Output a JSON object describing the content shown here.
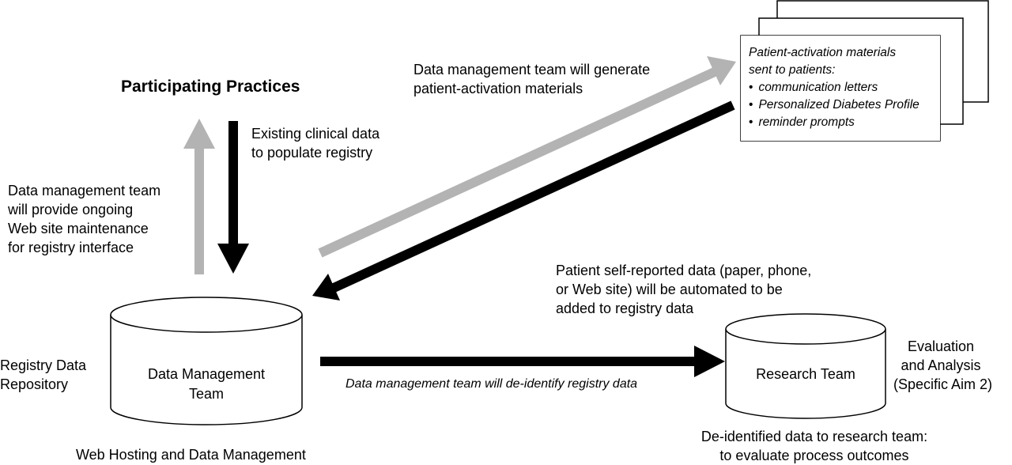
{
  "title": "Participating Practices",
  "arrows": {
    "existing_clinical_data": "Existing clinical data\nto populate registry",
    "web_site_maintenance": "Data management team\nwill provide ongoing\nWeb site maintenance\nfor registry interface",
    "generate_materials": "Data management team will generate\npatient-activation materials",
    "self_reported": "Patient self-reported data (paper, phone,\nor Web site) will be automated to be\nadded to registry data",
    "deidentify": "Data management team will de-identify registry data"
  },
  "materials": {
    "heading": "Patient-activation materials\nsent to patients:",
    "items": [
      "communication letters",
      "Personalized Diabetes Profile",
      "reminder prompts"
    ]
  },
  "data_management": {
    "label": "Data Management\nTeam",
    "left_label": "Registry Data\nRepository",
    "bottom_label": "Web Hosting and Data Management"
  },
  "research": {
    "label": "Research Team",
    "right_label": "Evaluation\nand Analysis\n(Specific Aim 2)",
    "bottom_label": "De-identified data to research team:\nto evaluate process outcomes"
  },
  "colors": {
    "black": "#000000",
    "gray": "#b3b3b3",
    "white": "#ffffff"
  }
}
